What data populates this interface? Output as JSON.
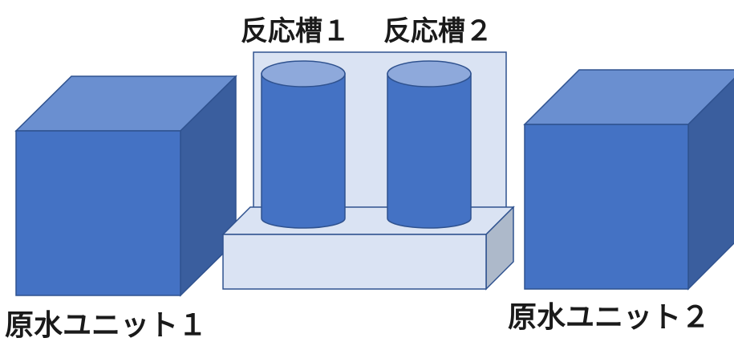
{
  "labels": {
    "reactor_1": "反応槽１",
    "reactor_2": "反応槽２",
    "raw_water_unit_1": "原水ユニット１",
    "raw_water_unit_2": "原水ユニット２"
  },
  "colors": {
    "box_front": "#4472C4",
    "box_top": "#6A8FD0",
    "box_side": "#3A5E9E",
    "edge": "#2F528F",
    "panel": "#DAE3F3",
    "base_side": "#ADB9CA",
    "cylinder_top": "#8EA9DB"
  }
}
